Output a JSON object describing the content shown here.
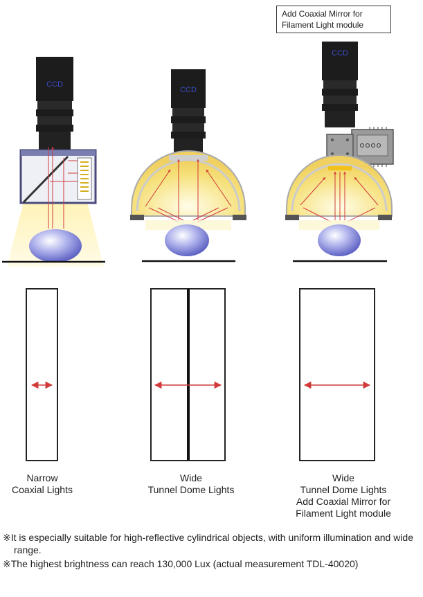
{
  "callout": {
    "line1": "Add Coaxial Mirror for",
    "line2": "Filament Light module"
  },
  "camera_label": "CCD",
  "diagrams": [
    {
      "title_line1": "Narrow",
      "title_line2": "Coaxial Lights",
      "title_line3": "",
      "title_line4": ""
    },
    {
      "title_line1": "Wide",
      "title_line2": "Tunnel Dome Lights",
      "title_line3": "",
      "title_line4": ""
    },
    {
      "title_line1": "Wide",
      "title_line2": "Tunnel Dome Lights",
      "title_line3": "Add Coaxial Mirror for",
      "title_line4": "Filament Light module"
    }
  ],
  "notes": [
    {
      "mark": "※",
      "text": "It is especially suitable for high-reflective cylindrical objects, with uniform illumination and wide range."
    },
    {
      "mark": "※",
      "text": "The highest brightness can reach 130,000 Lux (actual measurement TDL-40020)"
    }
  ],
  "colors": {
    "light": "#f6e28a",
    "ball": "#8c90d8",
    "arrow": "#d23a3a",
    "camera": "#1c1c1c",
    "lens_text": "#3a4ec9",
    "dome": "#dddddd",
    "module": "#9a9a9a",
    "strip": "#f2c21b"
  }
}
